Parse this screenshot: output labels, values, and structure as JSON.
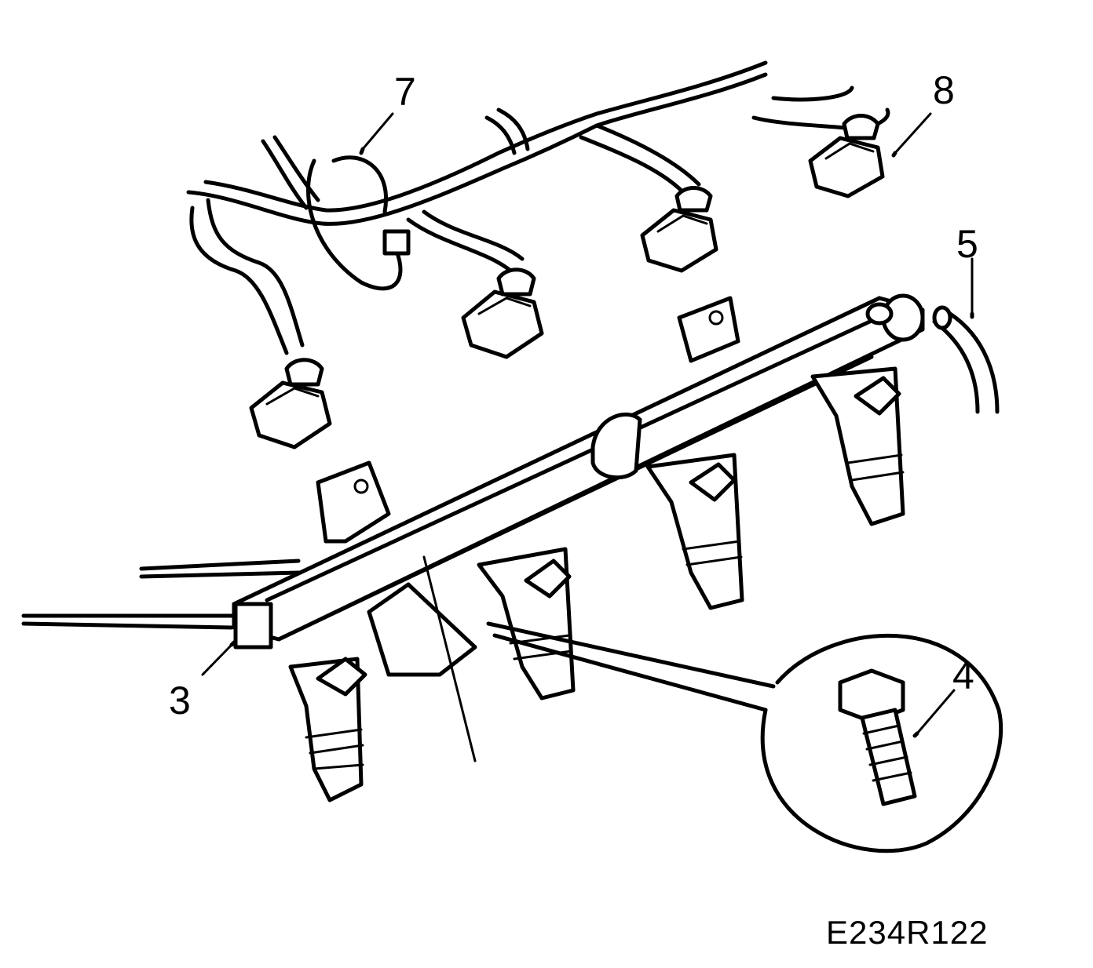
{
  "callouts": {
    "c3": "3",
    "c4": "4",
    "c5": "5",
    "c7": "7",
    "c8": "8"
  },
  "figure_code": "E234R122",
  "colors": {
    "ink": "#000000",
    "paper": "#ffffff"
  }
}
